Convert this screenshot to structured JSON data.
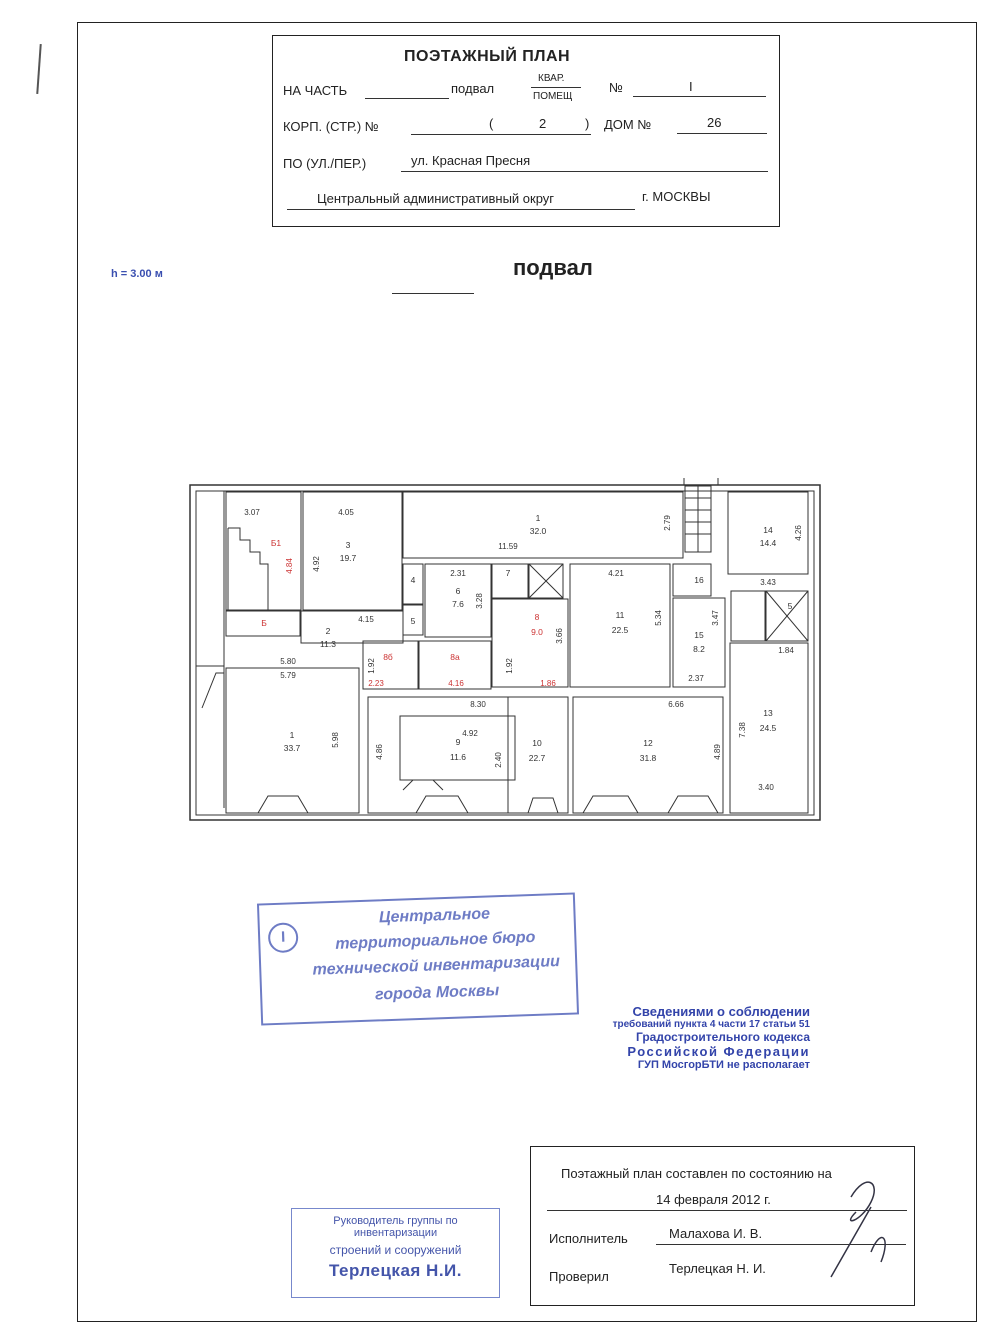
{
  "header": {
    "title": "ПОЭТАЖНЫЙ ПЛАН",
    "na_chast_label": "НА ЧАСТЬ",
    "floor_value": "подвал",
    "kvar_label": "КВАР.",
    "pomesch_label": "ПОМЕЩ",
    "number_label": "№",
    "number_value": "I",
    "korp_label": "КОРП. (СТР.) №",
    "korp_value": "2",
    "dom_label": "ДОМ №",
    "dom_value": "26",
    "street_label": "ПО (УЛ./ПЕР.)",
    "street_value": "ул. Красная Пресня",
    "district_value": "Центральный административный округ",
    "city_label": "г. МОСКВЫ"
  },
  "height_label": "h = 3.00 м",
  "plan_title": "подвал",
  "plan": {
    "labels": {
      "r1a": "1",
      "r1a_area": "32.0",
      "r1b": "1",
      "r1b_area": "33.7",
      "r2": "2",
      "r2_area": "11.3",
      "r3": "3",
      "r3_area": "19.7",
      "r4": "4",
      "r5": "5",
      "r6": "6",
      "r6_area": "7.6",
      "r7": "7",
      "r8": "8",
      "r8_area": "9.0",
      "r8a": "8а",
      "r8b": "8б",
      "r9": "9",
      "r9_area": "11.6",
      "r10": "10",
      "r10_area": "22.7",
      "r11": "11",
      "r11_area": "22.5",
      "r12": "12",
      "r12_area": "31.8",
      "r13": "13",
      "r13_area": "24.5",
      "r14": "14",
      "r14_area": "14.4",
      "r15": "15",
      "r15_area": "8.2",
      "r16": "16",
      "r5b": "5",
      "rB": "Б",
      "rB1": "Б1"
    },
    "dims": [
      "3.07",
      "4.05",
      "4.84",
      "4.92",
      "2.79",
      "11.59",
      "4.26",
      "2.31",
      "4.21",
      "3.28",
      "3.66",
      "5.34",
      "3.43",
      "3.47",
      "4.15",
      "5.80",
      "5.79",
      "1.92",
      "1.92",
      "2.23",
      "4.16",
      "1.86",
      "1.84",
      "2.37",
      "8.30",
      "6.66",
      "4.92",
      "2.40",
      "5.98",
      "4.86",
      "4.89",
      "7.38",
      "3.40"
    ]
  },
  "stamp1": {
    "number": "I",
    "lines": [
      "Центральное",
      "территориальное бюро",
      "технической инвентаризации",
      "города Москвы"
    ]
  },
  "notice": {
    "lines": [
      "Сведениями о соблюдении",
      "требований пункта 4 части 17 статьи 51",
      "Градостроительного кодекса",
      "Российской Федерации",
      "ГУП МосгорБТИ не располагает"
    ]
  },
  "stamp2": {
    "line1": "Руководитель группы по инвентаризации",
    "line2": "строений и сооружений",
    "line3": "Терлецкая Н.И."
  },
  "footer": {
    "state_label": "Поэтажный план составлен по состоянию на",
    "date": "14 февраля 2012 г.",
    "executor_label": "Исполнитель",
    "executor_name": "Малахова И. В.",
    "checker_label": "Проверил",
    "checker_name": "Терлецкая Н. И."
  }
}
